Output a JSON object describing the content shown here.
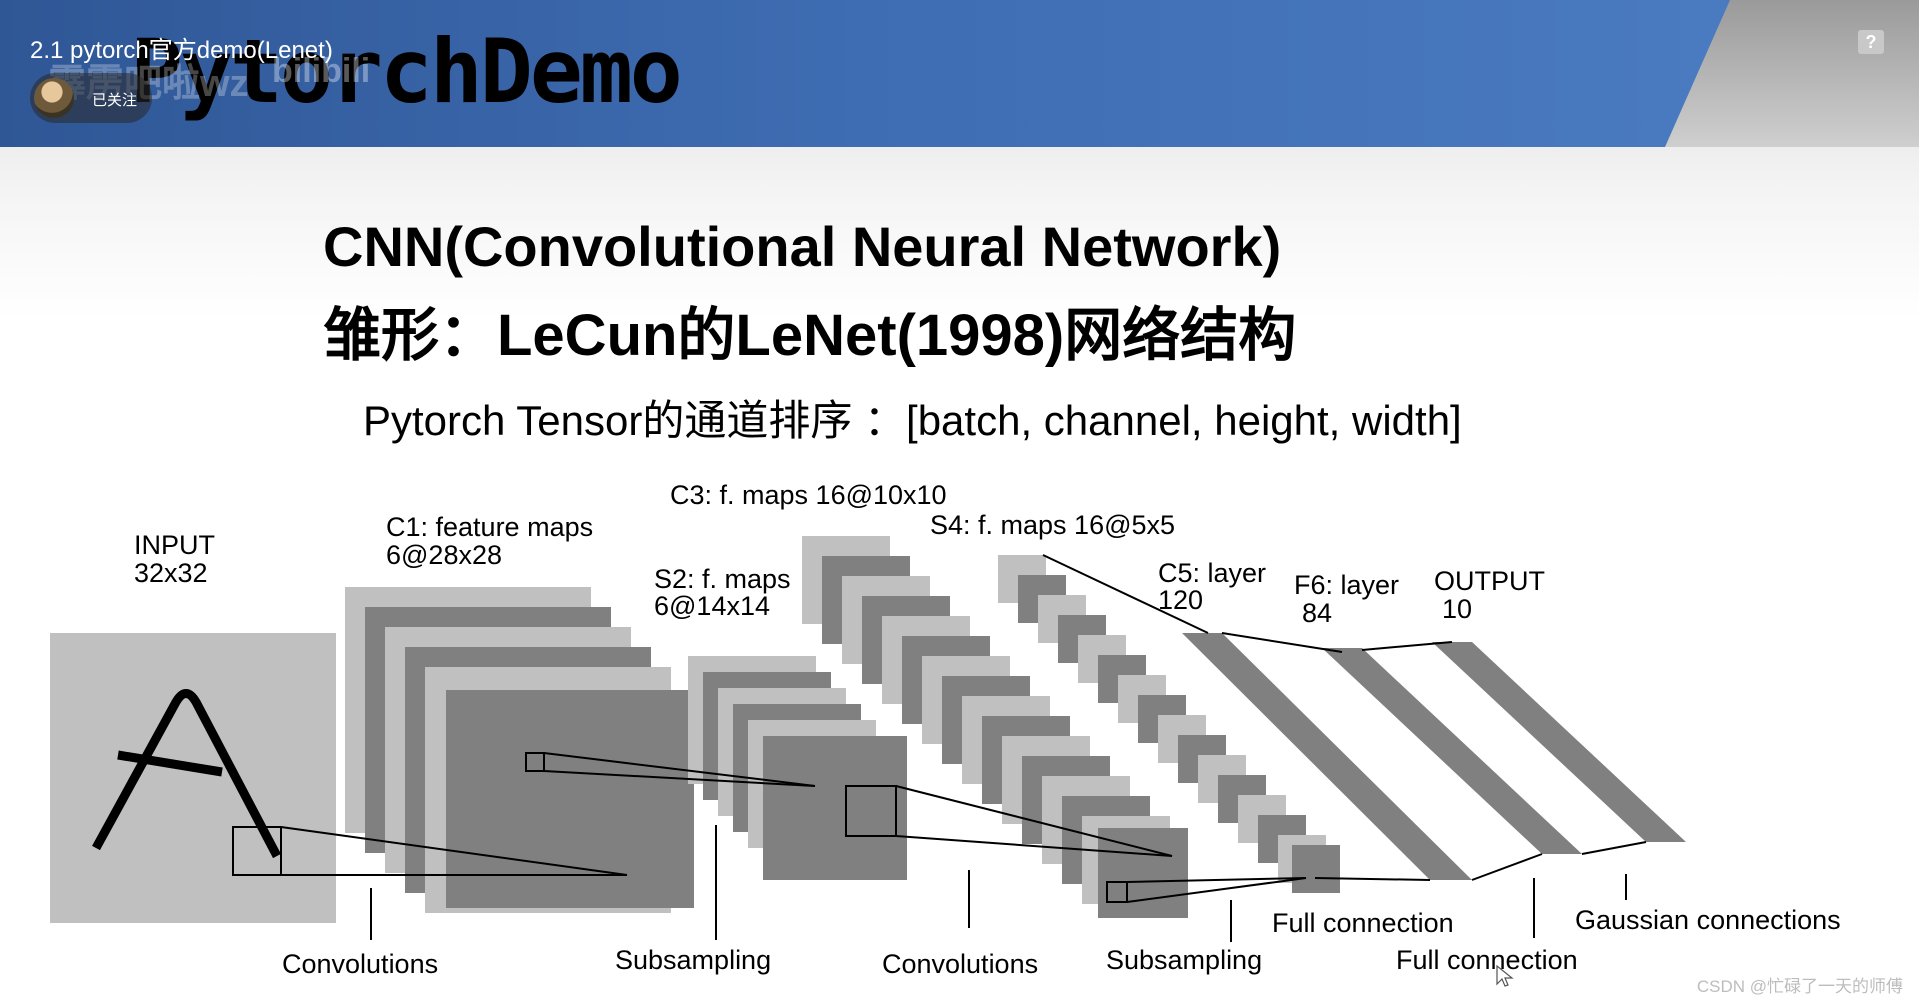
{
  "video": {
    "title": "2.1 pytorch官方demo(Lenet)",
    "uploader_watermark": "霹雳吧啦wz",
    "platform_watermark": "bilibili",
    "follow_status": "已关注",
    "help_label": "?"
  },
  "slide": {
    "banner_title": "PytorchDemo",
    "heading_line1": "CNN(Convolutional Neural Network)",
    "heading_line2": "雏形：LeCun的LeNet(1998)网络结构",
    "subtext": "Pytorch Tensor的通道排序 ：[batch, channel, height, width]"
  },
  "diagram": {
    "layer_labels": {
      "input_l1": "INPUT",
      "input_l2": "32x32",
      "c1_l1": "C1: feature maps",
      "c1_l2": "6@28x28",
      "s2_l1": "S2: f. maps",
      "s2_l2": "6@14x14",
      "c3": "C3: f. maps 16@10x10",
      "s4": "S4: f. maps 16@5x5",
      "c5_l1": "C5: layer",
      "c5_l2": "120",
      "f6_l1": "F6: layer",
      "f6_l2": "84",
      "out_l1": "OUTPUT",
      "out_l2": "10"
    },
    "operations": {
      "conv1": "Convolutions",
      "sub1": "Subsampling",
      "conv2": "Convolutions",
      "sub2": "Subsampling",
      "full1": "Full connection",
      "full2": "Full connection",
      "gauss": "Gaussian connections"
    },
    "colors": {
      "light": "#c0c0c0",
      "dark": "#808080"
    }
  },
  "footer": {
    "watermark": "CSDN @忙碌了一天的师傅"
  },
  "colors": {
    "banner_blue": "#3d6cb0",
    "banner_gray": "#a7a7a7"
  }
}
